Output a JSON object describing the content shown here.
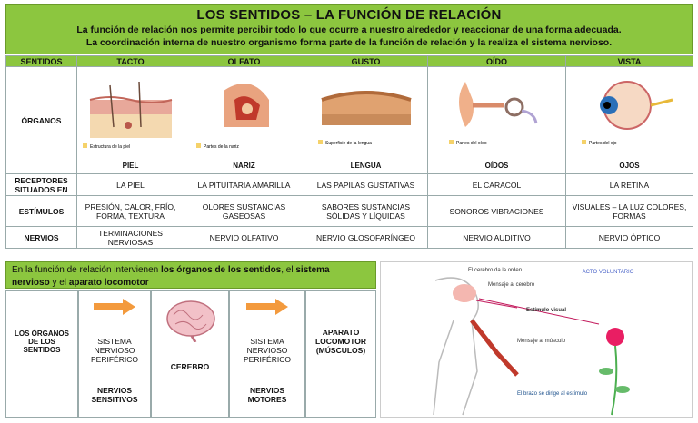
{
  "header": {
    "title": "LOS SENTIDOS – LA FUNCIÓN DE RELACIÓN",
    "line1": "La función de relación nos permite percibir todo lo que ocurre a nuestro alrededor y reaccionar de una forma adecuada.",
    "line2": "La coordinación interna de nuestro organismo forma parte de la función de relación y la realiza el sistema nervioso."
  },
  "table": {
    "col0": "SENTIDOS",
    "senses": [
      "TACTO",
      "OLFATO",
      "GUSTO",
      "OÍDO",
      "VISTA"
    ],
    "row_organs": "ÓRGANOS",
    "organs": [
      "PIEL",
      "NARIZ",
      "LENGUA",
      "OÍDOS",
      "OJOS"
    ],
    "illustration_captions": [
      "Estructura de la piel",
      "Partes de la nariz",
      "Superficie de la lengua",
      "Partes del oído",
      "Partes del ojo"
    ],
    "row_receptors": "RECEPTORES SITUADOS EN",
    "receptors": [
      "LA PIEL",
      "LA PITUITARIA AMARILLA",
      "LAS PAPILAS GUSTATIVAS",
      "EL CARACOL",
      "LA RETINA"
    ],
    "row_stimuli": "ESTÍMULOS",
    "stimuli": [
      "PRESIÓN, CALOR, FRÍO, FORMA, TEXTURA",
      "OLORES SUSTANCIAS GASEOSAS",
      "SABORES SUSTANCIAS SÓLIDAS Y LÍQUIDAS",
      "SONOROS VIBRACIONES",
      "VISUALES – LA LUZ COLORES, FORMAS"
    ],
    "row_nerves": "NERVIOS",
    "nerves": [
      "TERMINACIONES NERVIOSAS",
      "NERVIO OLFATIVO",
      "NERVIO GLOSOFARÍNGEO",
      "NERVIO AUDITIVO",
      "NERVIO ÓPTICO"
    ]
  },
  "bottom": {
    "band_pre": "En la función de relación intervienen ",
    "band_b1": "los órganos de los sentidos",
    "band_mid1": ", el ",
    "band_b2": "sistema nervioso",
    "band_mid2": " y el ",
    "band_b3": "aparato locomotor",
    "organs_label": "LOS ÓRGANOS DE LOS SENTIDOS",
    "snp1": "SISTEMA NERVIOSO PERIFÉRICO",
    "nerves1": "NERVIOS SENSITIVOS",
    "brain": "CEREBRO",
    "snp2": "SISTEMA NERVIOSO PERIFÉRICO",
    "nerves2": "NERVIOS MOTORES",
    "locomotor": "APARATO LOCOMOTOR (MÚSCULOS)"
  },
  "diagram": {
    "l1": "El cerebro da la orden",
    "l2": "Mensaje al cerebro",
    "l3": "ACTO VOLUNTARIO",
    "l4": "Estímulo visual",
    "l5": "Mensaje al músculo",
    "l6": "El brazo se dirige al estímulo"
  }
}
